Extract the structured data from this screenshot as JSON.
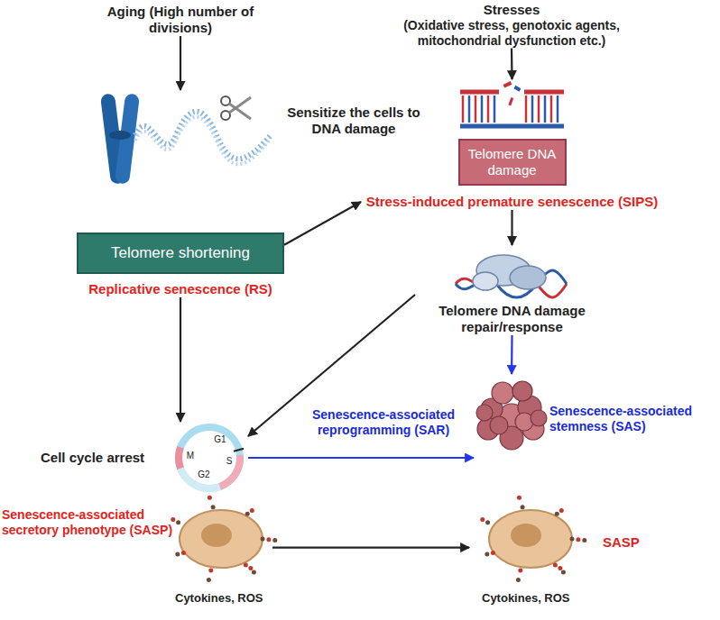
{
  "diagram": {
    "nodes": [
      {
        "text": [
          "Aging (High number of divisions)"
        ]
      },
      {
        "text": [
          "Stresses",
          "(Oxidative stress, genotoxic agents, mitochondrial dysfunction etc.)"
        ]
      },
      {
        "text": [
          "Telomere shortening",
          "Replicative senescence (RS)"
        ]
      },
      {
        "text": [
          "Telomere DNA damage",
          "Stress-induced premature senescence (SIPS)"
        ]
      },
      {
        "text": [
          "Telomere DNA damage repair/response"
        ]
      },
      {
        "text": [
          "Cell cycle arrest"
        ]
      },
      {
        "text": [
          "Senescence-associated stemness (SAS)"
        ]
      },
      {
        "text": [
          "Senescence-associated secretory phenotype (SASP)",
          "Cytokines, ROS"
        ]
      },
      {
        "text": [
          "SASP",
          "Cytokines, ROS"
        ]
      }
    ],
    "edges": [
      {
        "from": 0,
        "to": 2,
        "arrow": "to"
      },
      {
        "from": 1,
        "to": 3,
        "arrow": "to"
      },
      {
        "from": 2,
        "to": 3,
        "arrow": "to",
        "label": "Sensitize the cells to DNA damage"
      },
      {
        "from": 3,
        "to": 4,
        "arrow": "to"
      },
      {
        "from": 2,
        "to": 5,
        "arrow": "to"
      },
      {
        "from": 4,
        "to": 5,
        "arrow": "to"
      },
      {
        "from": 4,
        "to": 6,
        "arrow": "to"
      },
      {
        "from": 5,
        "to": 6,
        "arrow": "to",
        "label": "Senescence-associated reprogramming (SAR)"
      },
      {
        "from": 7,
        "to": 8,
        "arrow": "to"
      }
    ],
    "labels": [
      "G1",
      "S",
      "G2",
      "M"
    ]
  }
}
